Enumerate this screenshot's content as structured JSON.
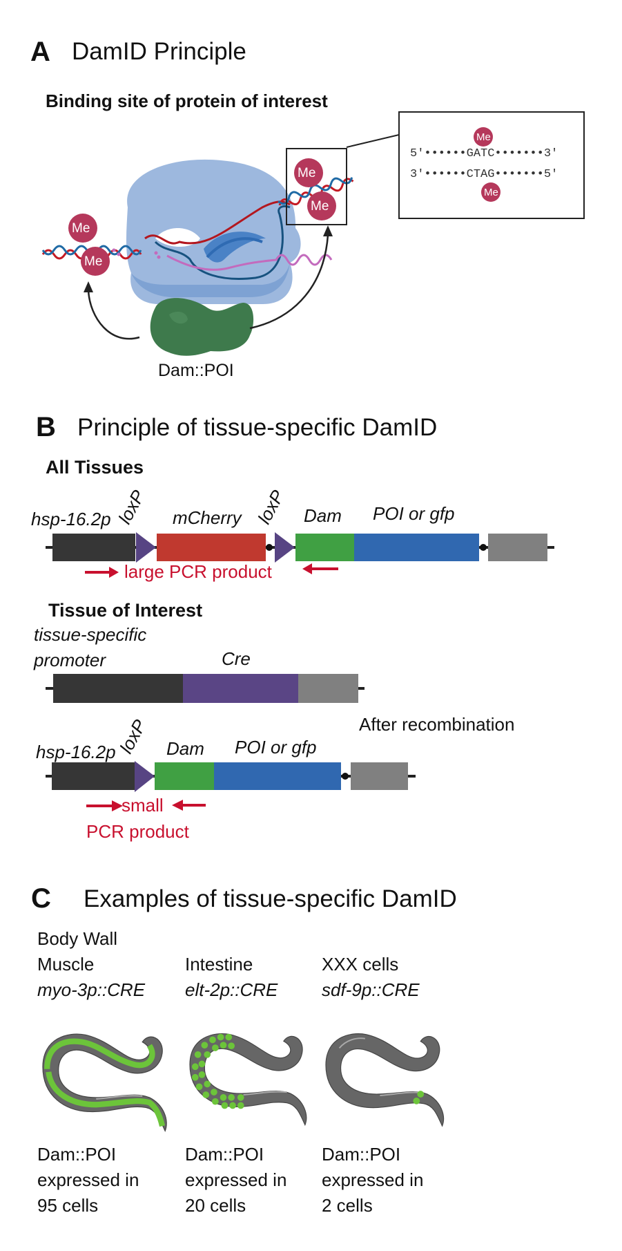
{
  "panel_a": {
    "letter": "A",
    "title": "DamID Principle",
    "subtitle": "Binding site of protein of interest",
    "methyl_label": "Me",
    "inset": {
      "top_strand": "5′••••••GATC•••••••3′",
      "bottom_strand": "3′••••••CTAG•••••••5′"
    },
    "enzyme_label": "Dam::POI"
  },
  "panel_b": {
    "letter": "B",
    "title": "Principle of tissue-specific DamID",
    "all_tissues": {
      "heading": "All Tissues",
      "labels": {
        "promoter": "hsp-16.2p",
        "loxp1": "loxP",
        "mcherry": "mCherry",
        "loxp2": "loxP",
        "dam": "Dam",
        "poi": "POI or gfp"
      },
      "pcr_label": "large PCR product"
    },
    "tissue_of_interest": {
      "heading": "Tissue of Interest",
      "promoter_line1": "tissue-specific",
      "promoter_line2": "promoter",
      "cre": "Cre"
    },
    "after": {
      "caption": "After recombination",
      "labels": {
        "promoter": "hsp-16.2p",
        "loxp": "loxP",
        "dam": "Dam",
        "poi": "POI or gfp"
      },
      "pcr_line1": "small",
      "pcr_line2": "PCR product"
    },
    "colors": {
      "promoter": "#363636",
      "loxp": "#574483",
      "mcherry": "#c0392f",
      "dam": "#40a043",
      "poi": "#3068b0",
      "utr": "#808080",
      "cre": "#5a4585",
      "pcr": "#c8102e"
    }
  },
  "panel_c": {
    "letter": "C",
    "title": "Examples of tissue-specific DamID",
    "examples": [
      {
        "tissue_line1": "Body Wall",
        "tissue_line2": "Muscle",
        "driver": "myo-3p::CRE",
        "result_line1": "Dam::POI",
        "result_line2": "expressed in",
        "result_line3": "95 cells"
      },
      {
        "tissue_line1": "",
        "tissue_line2": "Intestine",
        "driver": "elt-2p::CRE",
        "result_line1": "Dam::POI",
        "result_line2": "expressed in",
        "result_line3": "20 cells"
      },
      {
        "tissue_line1": "",
        "tissue_line2": "XXX cells",
        "driver": "sdf-9p::CRE",
        "result_line1": "Dam::POI",
        "result_line2": "expressed in",
        "result_line3": "2 cells"
      }
    ],
    "colors": {
      "worm": "#666666",
      "gfp": "#6cc43a"
    }
  }
}
